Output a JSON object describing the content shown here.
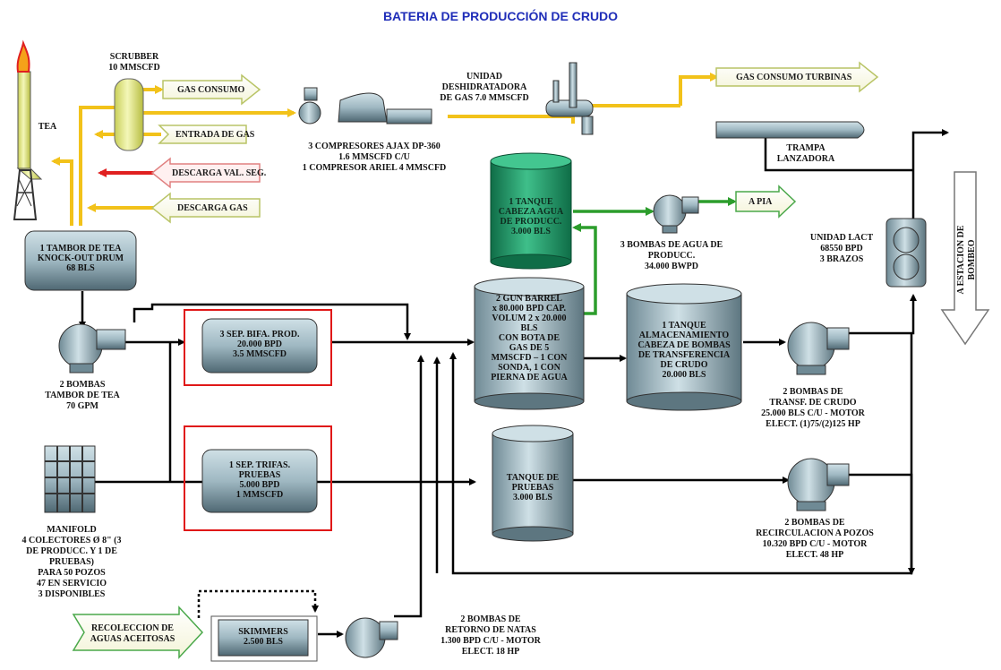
{
  "title": "BATERIA DE PRODUCCIÓN DE CRUDO",
  "colors": {
    "gas_line": "#f2c21a",
    "water_line": "#2c9d2c",
    "relief_line": "#e02020",
    "process_line": "#000000",
    "vessel_fill": "#aec4cc",
    "vessel_dark": "#4f6873",
    "scrubber_fill": "#e8ee9a",
    "water_tank_fill": "#1f9a6a",
    "highlight_box": "#e01818"
  },
  "equipment": {
    "flare": "TEA",
    "scrubber": "SCRUBBER\n10 MMSCFD",
    "compressors": "3 COMPRESORES AJAX DP-360\n1.6 MMSCFD C/U\n1 COMPRESOR ARIEL    4 MMSCFD",
    "dehydration": "UNIDAD\nDESHIDRATADORA\nDE GAS  7.0 MMSCFD",
    "launcher": "TRAMPA\nLANZADORA",
    "water_tank": "1 TANQUE\nCABEZA AGUA\nDE PRODUCC.\n3.000 BLS",
    "water_pumps": "3 BOMBAS DE AGUA DE\nPRODUCC.\n34.000 BWPD",
    "lact": "UNIDAD LACT\n68550 BPD\n3 BRAZOS",
    "knockout": "1 TAMBOR DE TEA\nKNOCK-OUT DRUM\n68 BLS",
    "flare_pumps": "2 BOMBAS\nTAMBOR DE TEA\n70 GPM",
    "sep_biphase": "3 SEP. BIFA. PROD.\n20.000 BPD\n3.5 MMSCFD",
    "sep_triphase": "1 SEP. TRIFAS.\nPRUEBAS\n5.000 BPD\n1 MMSCFD",
    "gun_barrel": "2 GUN BARREL\nx 80.000 BPD CAP.\nVOLUM 2 x 20.000\nBLS\nCON BOTA DE\nGAS DE 5\nMMSCFD – 1 CON\nSONDA, 1 CON\nPIERNA DE AGUA",
    "storage_tank": "1 TANQUE\nALMACENAMIENTO\nCABEZA DE BOMBAS\nDE TRANSFERENCIA\nDE CRUDO\n20.000 BLS",
    "transfer_pumps": "2 BOMBAS DE\nTRANSF. DE CRUDO\n25.000 BLS C/U - MOTOR\nELECT. (1)75/(2)125 HP",
    "test_tank": "TANQUE DE\nPRUEBAS\n3.000 BLS",
    "recirc_pumps": "2 BOMBAS DE\nRECIRCULACION A POZOS\n10.320 BPD C/U - MOTOR\nELECT. 48 HP",
    "manifold": "MANIFOLD\n4 COLECTORES Ø 8\" (3\nDE PRODUCC. Y 1 DE\nPRUEBAS)\nPARA 50 POZOS\n47 EN SERVICIO\n3 DISPONIBLES",
    "skimmers": "SKIMMERS\n2.500 BLS",
    "skim_pumps": "2 BOMBAS DE\nRETORNO DE NATAS\n1.300 BPD C/U - MOTOR\nELECT. 18 HP"
  },
  "arrows": {
    "gas_consumo": "GAS CONSUMO",
    "entrada_gas": "ENTRADA DE GAS",
    "descarga_val": "DESCARGA VAL. SEG.",
    "descarga_gas": "DESCARGA GAS",
    "gas_turbinas": "GAS CONSUMO TURBINAS",
    "a_pia": "A PIA",
    "recoleccion": "RECOLECCION DE\nAGUAS ACEITOSAS",
    "estacion": "A ESTACION DE\nBOMBEO"
  }
}
